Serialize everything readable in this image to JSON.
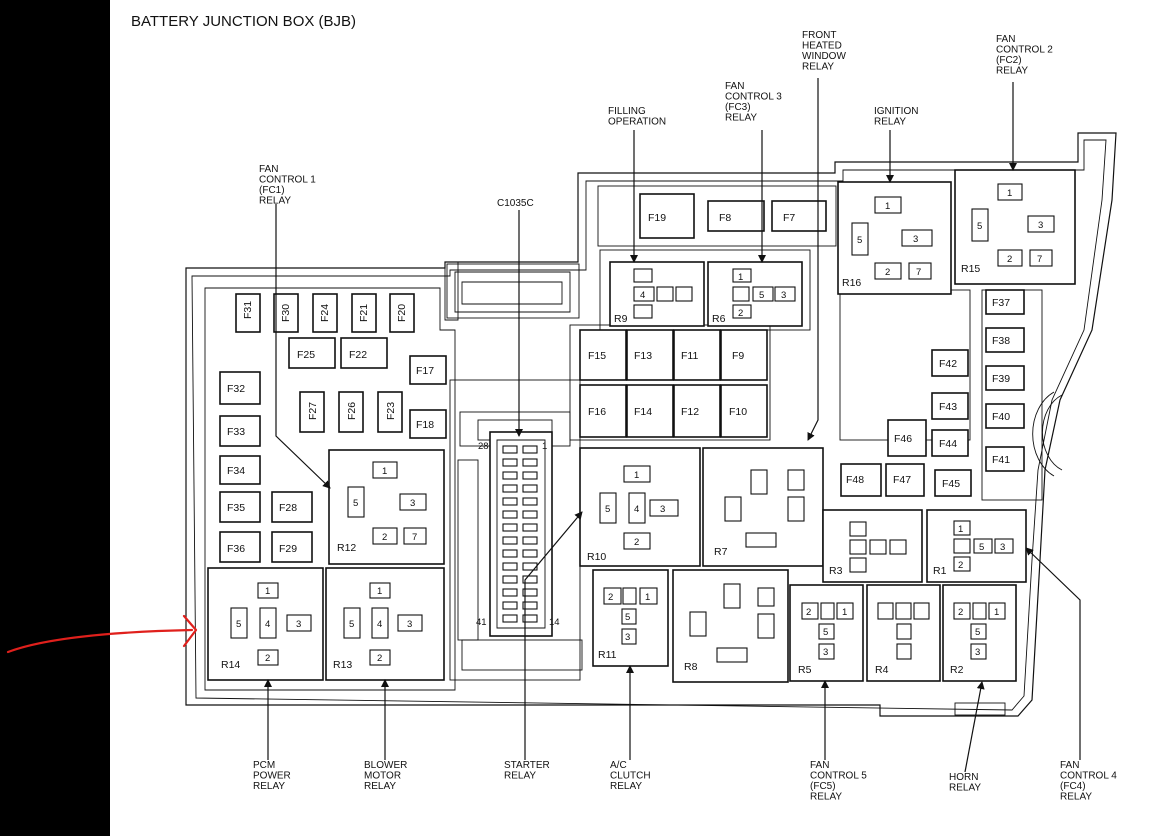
{
  "title": "BATTERY JUNCTION BOX (BJB)",
  "callouts": {
    "fc1": [
      "FAN",
      "CONTROL 1",
      "(FC1)",
      "RELAY"
    ],
    "c1035c": [
      "C1035C"
    ],
    "filling": [
      "FILLING",
      "OPERATION"
    ],
    "fc3": [
      "FAN",
      "CONTROL 3",
      "(FC3)",
      "RELAY"
    ],
    "fhw": [
      "FRONT",
      "HEATED",
      "WINDOW",
      "RELAY"
    ],
    "ignition": [
      "IGNITION",
      "RELAY"
    ],
    "fc2": [
      "FAN",
      "CONTROL 2",
      "(FC2)",
      "RELAY"
    ],
    "pcm": [
      "PCM",
      "POWER",
      "RELAY"
    ],
    "blower": [
      "BLOWER",
      "MOTOR",
      "RELAY"
    ],
    "starter": [
      "STARTER",
      "RELAY"
    ],
    "ac": [
      "A/C",
      "CLUTCH",
      "RELAY"
    ],
    "fc5": [
      "FAN",
      "CONTROL 5",
      "(FC5)",
      "RELAY"
    ],
    "horn": [
      "HORN",
      "RELAY"
    ],
    "fc4": [
      "FAN",
      "CONTROL 4",
      "(FC4)",
      "RELAY"
    ]
  },
  "fuses": {
    "F7": "F7",
    "F8": "F8",
    "F9": "F9",
    "F10": "F10",
    "F11": "F11",
    "F12": "F12",
    "F13": "F13",
    "F14": "F14",
    "F15": "F15",
    "F16": "F16",
    "F17": "F17",
    "F18": "F18",
    "F19": "F19",
    "F20": "F20",
    "F21": "F21",
    "F22": "F22",
    "F23": "F23",
    "F24": "F24",
    "F25": "F25",
    "F26": "F26",
    "F27": "F27",
    "F28": "F28",
    "F29": "F29",
    "F30": "F30",
    "F31": "F31",
    "F32": "F32",
    "F33": "F33",
    "F34": "F34",
    "F35": "F35",
    "F36": "F36",
    "F37": "F37",
    "F38": "F38",
    "F39": "F39",
    "F40": "F40",
    "F41": "F41",
    "F42": "F42",
    "F43": "F43",
    "F44": "F44",
    "F45": "F45",
    "F46": "F46",
    "F47": "F47",
    "F48": "F48"
  },
  "relays": {
    "R1": "R1",
    "R2": "R2",
    "R3": "R3",
    "R4": "R4",
    "R5": "R5",
    "R6": "R6",
    "R7": "R7",
    "R8": "R8",
    "R9": "R9",
    "R10": "R10",
    "R11": "R11",
    "R12": "R12",
    "R13": "R13",
    "R14": "R14",
    "R15": "R15",
    "R16": "R16"
  },
  "pins": {
    "p1": "1",
    "p2": "2",
    "p3": "3",
    "p4": "4",
    "p5": "5",
    "p7": "7"
  },
  "connector_pins": {
    "c28": "28",
    "c1": "1",
    "c41": "41",
    "c14": "14"
  },
  "colors": {
    "ink": "#111111",
    "marker": "#e0201c",
    "bar": "#000000"
  }
}
